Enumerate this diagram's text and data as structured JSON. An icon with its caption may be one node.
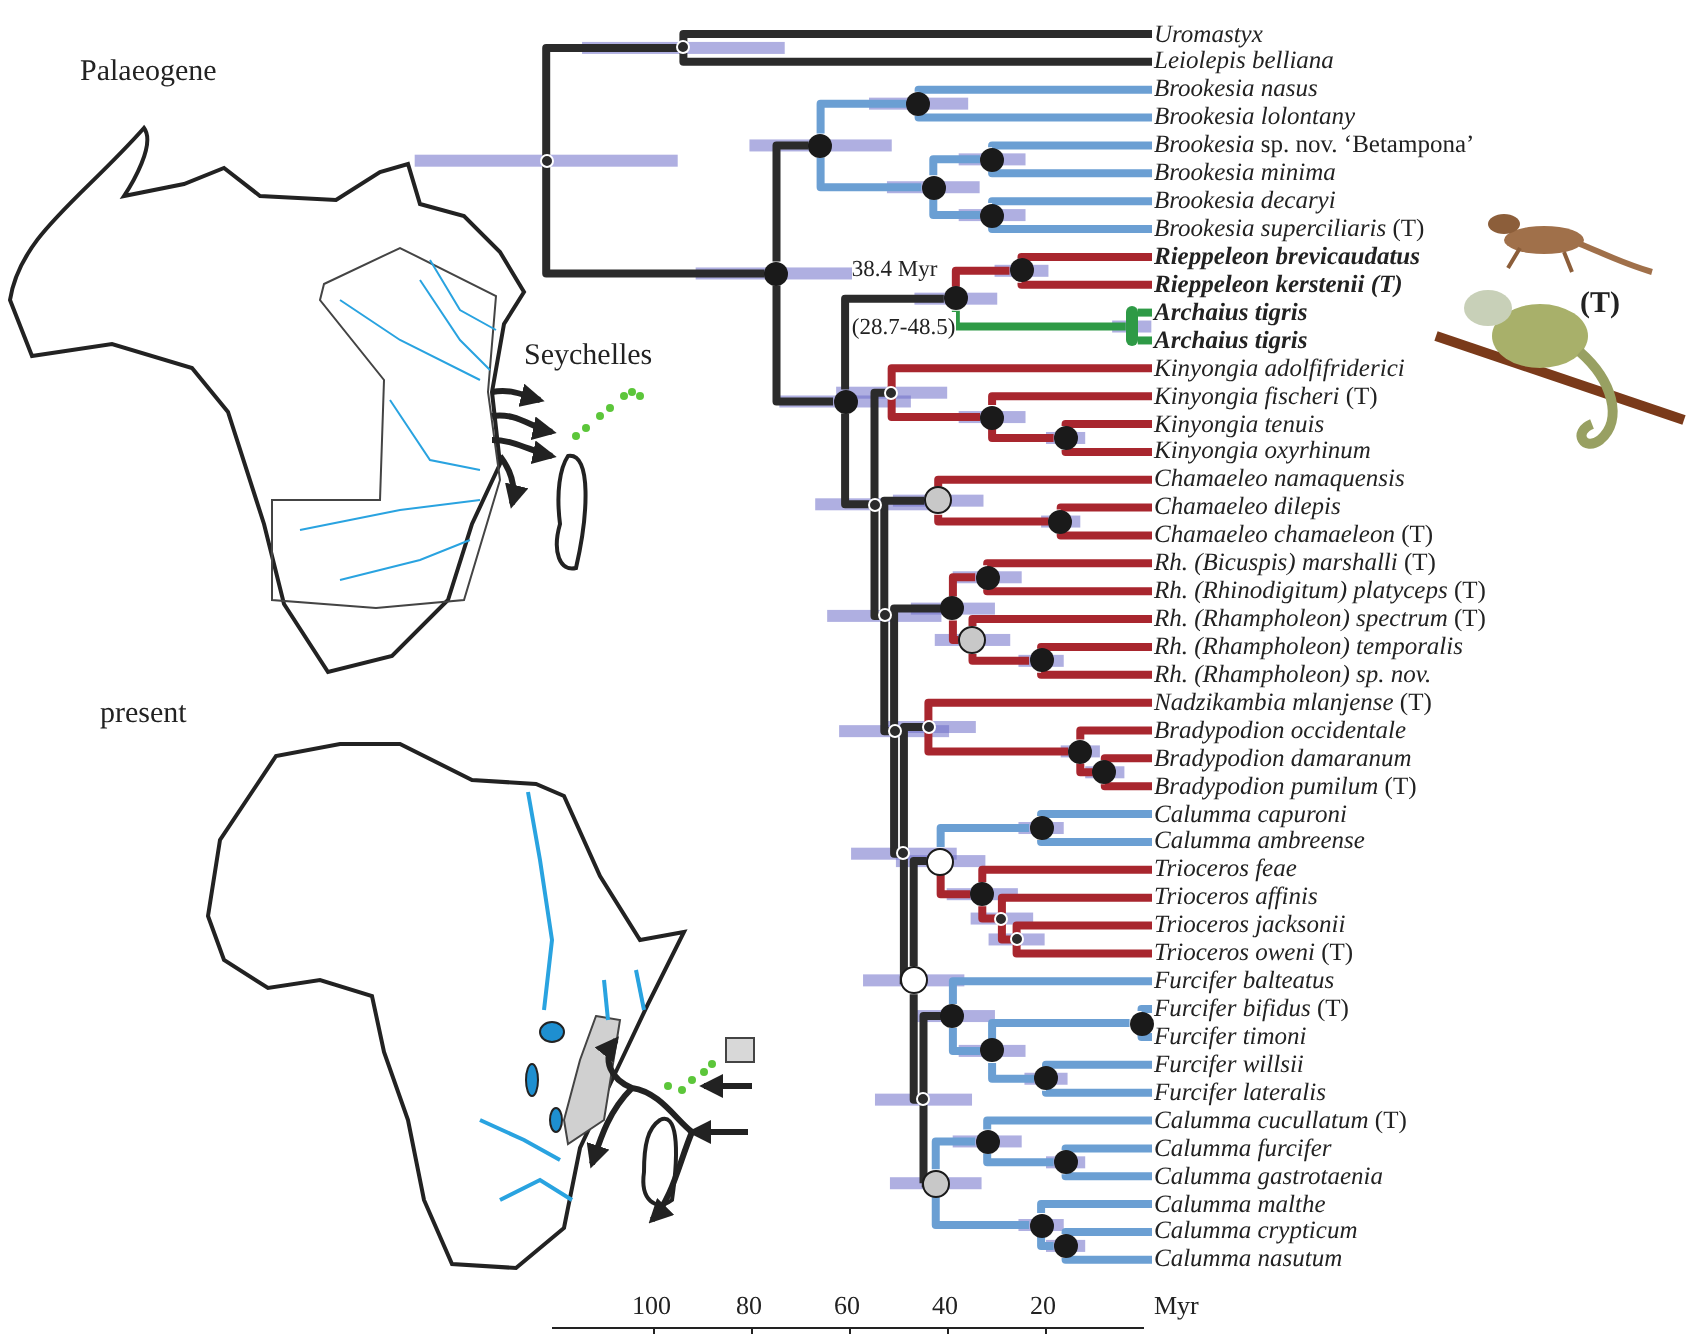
{
  "diagram": {
    "nodes": [
      {
        "text": [
          "*Uromastyx*"
        ]
      },
      {
        "text": [
          "*Leiolepis belliana*"
        ]
      },
      {
        "text": [
          "*Brookesia nasus*"
        ]
      },
      {
        "text": [
          "*Brookesia lolontany*"
        ]
      },
      {
        "text": [
          "*Brookesia* sp. nov. ‘Betampona’"
        ]
      },
      {
        "text": [
          "*Brookesia minima*"
        ]
      },
      {
        "text": [
          "*Brookesia decaryi*"
        ]
      },
      {
        "text": [
          "*Brookesia superciliaris* (T)"
        ]
      },
      {
        "text": [
          "**Rieppeleon brevicaudatus**"
        ]
      },
      {
        "text": [
          "**Rieppeleon kerstenii** **(T)**"
        ]
      },
      {
        "text": [
          "**Archaius tigris**"
        ]
      },
      {
        "text": [
          "**Archaius tigris**"
        ]
      },
      {
        "text": [
          "*Kinyongia adolfifriderici*"
        ]
      },
      {
        "text": [
          "*Kinyongia fischeri* (T)"
        ]
      },
      {
        "text": [
          "*Kinyongia tenuis*"
        ]
      },
      {
        "text": [
          "*Kinyongia oxyrhinum*"
        ]
      },
      {
        "text": [
          "*Chamaeleo namaquensis*"
        ]
      },
      {
        "text": [
          "*Chamaeleo dilepis*"
        ]
      },
      {
        "text": [
          "*Chamaeleo chamaeleon* (T)"
        ]
      },
      {
        "text": [
          "*Rh. (Bicuspis) marshalli* (T)"
        ]
      },
      {
        "text": [
          "*Rh. (Rhinodigitum) platyceps* (T)"
        ]
      },
      {
        "text": [
          "*Rh. (Rhampholeon) spectrum* (T)"
        ]
      },
      {
        "text": [
          "*Rh. (Rhampholeon) temporalis*"
        ]
      },
      {
        "text": [
          "*Rh. (Rhampholeon) sp. nov.*"
        ]
      },
      {
        "text": [
          "*Nadzikambia mlanjense* (T)"
        ]
      },
      {
        "text": [
          "*Bradypodion occidentale*"
        ]
      },
      {
        "text": [
          "*Bradypodion damaranum*"
        ]
      },
      {
        "text": [
          "*Bradypodion pumilum* (T)"
        ]
      },
      {
        "text": [
          "*Calumma capuroni*"
        ]
      },
      {
        "text": [
          "*Calumma ambreense*"
        ]
      },
      {
        "text": [
          "*Trioceros feae*"
        ]
      },
      {
        "text": [
          "*Trioceros affinis*"
        ]
      },
      {
        "text": [
          "*Trioceros jacksonii*"
        ]
      },
      {
        "text": [
          "*Trioceros oweni* (T)"
        ]
      },
      {
        "text": [
          "*Furcifer balteatus*"
        ]
      },
      {
        "text": [
          "*Furcifer bifidus* (T)"
        ]
      },
      {
        "text": [
          "*Furcifer timoni*"
        ]
      },
      {
        "text": [
          "*Furcifer willsii*"
        ]
      },
      {
        "text": [
          "*Furcifer lateralis*"
        ]
      },
      {
        "text": [
          "*Calumma cucullatum* (T)"
        ]
      },
      {
        "text": [
          "*Calumma furcifer*"
        ]
      },
      {
        "text": [
          "*Calumma gastrotaenia*"
        ]
      },
      {
        "text": [
          "*Calumma malthe*"
        ]
      },
      {
        "text": [
          "*Calumma crypticum*"
        ]
      },
      {
        "text": [
          "*Calumma nasutum*"
        ]
      },
      {
        "text": [],
        "shape": "point"
      },
      {
        "text": [],
        "shape": "point"
      },
      {
        "text": [],
        "shape": "dot"
      },
      {
        "text": [],
        "shape": "dot"
      },
      {
        "text": [],
        "shape": "dot"
      },
      {
        "text": [],
        "shape": "dot"
      },
      {
        "text": [],
        "shape": "dot"
      },
      {
        "text": [],
        "shape": "dot"
      },
      {
        "text": [],
        "shape": "dot"
      },
      {
        "text": [],
        "shape": "dot",
        "beside": [
          "38.4 Myr",
          "(28.7-48.5)"
        ]
      },
      {
        "text": [],
        "shape": "dot"
      },
      {
        "text": [],
        "shape": "bar"
      },
      {
        "text": [],
        "shape": "point"
      },
      {
        "text": [],
        "shape": "point"
      },
      {
        "text": [],
        "shape": "dot"
      },
      {
        "text": [],
        "shape": "dot"
      },
      {
        "text": [],
        "shape": "point"
      },
      {
        "text": [],
        "shape": "circle"
      },
      {
        "text": [],
        "shape": "dot"
      },
      {
        "text": [],
        "shape": "point"
      },
      {
        "text": [],
        "shape": "dot"
      },
      {
        "text": [],
        "shape": "dot"
      },
      {
        "text": [],
        "shape": "circle"
      },
      {
        "text": [],
        "shape": "dot"
      },
      {
        "text": [],
        "shape": "point"
      },
      {
        "text": [],
        "shape": "point"
      },
      {
        "text": [],
        "shape": "dot"
      },
      {
        "text": [],
        "shape": "dot"
      },
      {
        "text": [],
        "shape": "circle"
      },
      {
        "text": [],
        "shape": "circle"
      },
      {
        "text": [],
        "shape": "dot"
      },
      {
        "text": [],
        "shape": "dot"
      },
      {
        "text": [],
        "shape": "point"
      },
      {
        "text": [],
        "shape": "point"
      },
      {
        "text": [],
        "shape": "point"
      },
      {
        "text": [],
        "shape": "dot"
      },
      {
        "text": [],
        "shape": "dot"
      },
      {
        "text": [],
        "shape": "dot"
      },
      {
        "text": [],
        "shape": "dot"
      },
      {
        "text": [],
        "shape": "circle"
      },
      {
        "text": [],
        "shape": "dot"
      },
      {
        "text": [],
        "shape": "dot"
      },
      {
        "text": [],
        "shape": "dot"
      },
      {
        "text": [],
        "shape": "dot"
      }
    ],
    "edges": [
      {
        "from": 45,
        "to": 46,
        "arrow": "none",
        "color": "#2b2b2b"
      },
      {
        "from": 45,
        "to": 47,
        "arrow": "none",
        "color": "#2b2b2b"
      },
      {
        "from": 46,
        "to": 0,
        "arrow": "none",
        "color": "#2b2b2b"
      },
      {
        "from": 46,
        "to": 1,
        "arrow": "none",
        "color": "#2b2b2b"
      },
      {
        "from": 47,
        "to": 48,
        "arrow": "none",
        "color": "#2b2b2b"
      },
      {
        "from": 48,
        "to": 49,
        "arrow": "none",
        "color": "#6b9fd3"
      },
      {
        "from": 49,
        "to": 2,
        "arrow": "none",
        "color": "#6b9fd3"
      },
      {
        "from": 49,
        "to": 3,
        "arrow": "none",
        "color": "#6b9fd3"
      },
      {
        "from": 48,
        "to": 50,
        "arrow": "none",
        "color": "#6b9fd3"
      },
      {
        "from": 50,
        "to": 51,
        "arrow": "none",
        "color": "#6b9fd3"
      },
      {
        "from": 51,
        "to": 4,
        "arrow": "none",
        "color": "#6b9fd3"
      },
      {
        "from": 51,
        "to": 5,
        "arrow": "none",
        "color": "#6b9fd3"
      },
      {
        "from": 50,
        "to": 52,
        "arrow": "none",
        "color": "#6b9fd3"
      },
      {
        "from": 52,
        "to": 6,
        "arrow": "none",
        "color": "#6b9fd3"
      },
      {
        "from": 52,
        "to": 7,
        "arrow": "none",
        "color": "#6b9fd3"
      },
      {
        "from": 47,
        "to": 53,
        "arrow": "none",
        "color": "#2b2b2b"
      },
      {
        "from": 53,
        "to": 54,
        "arrow": "none",
        "color": "#2b2b2b"
      },
      {
        "from": 54,
        "to": 55,
        "arrow": "none"
      },
      {
        "from": 55,
        "to": 8,
        "arrow": "none"
      },
      {
        "from": 55,
        "to": 9,
        "arrow": "none"
      },
      {
        "from": 54,
        "to": 56,
        "arrow": "none",
        "color": "#2e9a46"
      },
      {
        "from": 56,
        "to": 10,
        "arrow": "none",
        "color": "#2e9a46"
      },
      {
        "from": 56,
        "to": 11,
        "arrow": "none",
        "color": "#2e9a46"
      },
      {
        "from": 53,
        "to": 57,
        "arrow": "none",
        "color": "#2b2b2b"
      },
      {
        "from": 57,
        "to": 58,
        "arrow": "none",
        "color": "#2b2b2b"
      },
      {
        "from": 58,
        "to": 12,
        "arrow": "none"
      },
      {
        "from": 58,
        "to": 59,
        "arrow": "none"
      },
      {
        "from": 59,
        "to": 13,
        "arrow": "none"
      },
      {
        "from": 59,
        "to": 60,
        "arrow": "none"
      },
      {
        "from": 60,
        "to": 14,
        "arrow": "none"
      },
      {
        "from": 60,
        "to": 15,
        "arrow": "none"
      },
      {
        "from": 57,
        "to": 61,
        "arrow": "none",
        "color": "#2b2b2b"
      },
      {
        "from": 61,
        "to": 62,
        "arrow": "none",
        "color": "#2b2b2b"
      },
      {
        "from": 62,
        "to": 16,
        "arrow": "none"
      },
      {
        "from": 62,
        "to": 63,
        "arrow": "none"
      },
      {
        "from": 63,
        "to": 17,
        "arrow": "none"
      },
      {
        "from": 63,
        "to": 18,
        "arrow": "none"
      },
      {
        "from": 61,
        "to": 64,
        "arrow": "none",
        "color": "#2b2b2b"
      },
      {
        "from": 64,
        "to": 65,
        "arrow": "none",
        "color": "#2b2b2b"
      },
      {
        "from": 65,
        "to": 66,
        "arrow": "none"
      },
      {
        "from": 66,
        "to": 19,
        "arrow": "none"
      },
      {
        "from": 66,
        "to": 20,
        "arrow": "none"
      },
      {
        "from": 65,
        "to": 67,
        "arrow": "none"
      },
      {
        "from": 67,
        "to": 21,
        "arrow": "none"
      },
      {
        "from": 67,
        "to": 68,
        "arrow": "none"
      },
      {
        "from": 68,
        "to": 22,
        "arrow": "none"
      },
      {
        "from": 68,
        "to": 23,
        "arrow": "none"
      },
      {
        "from": 64,
        "to": 69,
        "arrow": "none",
        "color": "#2b2b2b"
      },
      {
        "from": 69,
        "to": 70,
        "arrow": "none",
        "color": "#2b2b2b"
      },
      {
        "from": 70,
        "to": 24,
        "arrow": "none"
      },
      {
        "from": 70,
        "to": 71,
        "arrow": "none"
      },
      {
        "from": 71,
        "to": 25,
        "arrow": "none"
      },
      {
        "from": 71,
        "to": 72,
        "arrow": "none"
      },
      {
        "from": 72,
        "to": 26,
        "arrow": "none"
      },
      {
        "from": 72,
        "to": 27,
        "arrow": "none"
      },
      {
        "from": 69,
        "to": 73,
        "arrow": "none",
        "color": "#2b2b2b"
      },
      {
        "from": 73,
        "to": 74,
        "arrow": "none",
        "color": "#2b2b2b"
      },
      {
        "from": 74,
        "to": 75,
        "arrow": "none",
        "color": "#6b9fd3"
      },
      {
        "from": 75,
        "to": 28,
        "arrow": "none",
        "color": "#6b9fd3"
      },
      {
        "from": 75,
        "to": 29,
        "arrow": "none",
        "color": "#6b9fd3"
      },
      {
        "from": 74,
        "to": 76,
        "arrow": "none"
      },
      {
        "from": 76,
        "to": 30,
        "arrow": "none"
      },
      {
        "from": 76,
        "to": 77,
        "arrow": "none"
      },
      {
        "from": 77,
        "to": 31,
        "arrow": "none"
      },
      {
        "from": 77,
        "to": 78,
        "arrow": "none"
      },
      {
        "from": 78,
        "to": 32,
        "arrow": "none"
      },
      {
        "from": 78,
        "to": 33,
        "arrow": "none"
      },
      {
        "from": 73,
        "to": 79,
        "arrow": "none",
        "color": "#2b2b2b"
      },
      {
        "from": 79,
        "to": 80,
        "arrow": "none",
        "color": "#2b2b2b"
      },
      {
        "from": 80,
        "to": 34,
        "arrow": "none",
        "color": "#6b9fd3"
      },
      {
        "from": 80,
        "to": 81,
        "arrow": "none",
        "color": "#6b9fd3"
      },
      {
        "from": 81,
        "to": 82,
        "arrow": "none",
        "color": "#6b9fd3"
      },
      {
        "from": 82,
        "to": 35,
        "arrow": "none",
        "color": "#6b9fd3"
      },
      {
        "from": 82,
        "to": 36,
        "arrow": "none",
        "color": "#6b9fd3"
      },
      {
        "from": 81,
        "to": 83,
        "arrow": "none",
        "color": "#6b9fd3"
      },
      {
        "from": 83,
        "to": 37,
        "arrow": "none",
        "color": "#6b9fd3"
      },
      {
        "from": 83,
        "to": 38,
        "arrow": "none",
        "color": "#6b9fd3"
      },
      {
        "from": 79,
        "to": 84,
        "arrow": "none",
        "color": "#2b2b2b"
      },
      {
        "from": 84,
        "to": 85,
        "arrow": "none",
        "color": "#6b9fd3"
      },
      {
        "from": 85,
        "to": 39,
        "arrow": "none",
        "color": "#6b9fd3"
      },
      {
        "from": 85,
        "to": 86,
        "arrow": "none",
        "color": "#6b9fd3"
      },
      {
        "from": 86,
        "to": 40,
        "arrow": "none",
        "color": "#6b9fd3"
      },
      {
        "from": 86,
        "to": 41,
        "arrow": "none",
        "color": "#6b9fd3"
      },
      {
        "from": 84,
        "to": 87,
        "arrow": "none",
        "color": "#6b9fd3"
      },
      {
        "from": 87,
        "to": 42,
        "arrow": "none",
        "color": "#6b9fd3"
      },
      {
        "from": 87,
        "to": 88,
        "arrow": "none",
        "color": "#6b9fd3"
      },
      {
        "from": 88,
        "to": 43,
        "arrow": "none",
        "color": "#6b9fd3"
      },
      {
        "from": 88,
        "to": 44,
        "arrow": "none",
        "color": "#6b9fd3"
      }
    ],
    "labels": [
      "Palaeogene",
      "Seychelles",
      "present",
      "(T)",
      "100",
      "80",
      "60",
      "40",
      "20",
      "Myr"
    ]
  }
}
